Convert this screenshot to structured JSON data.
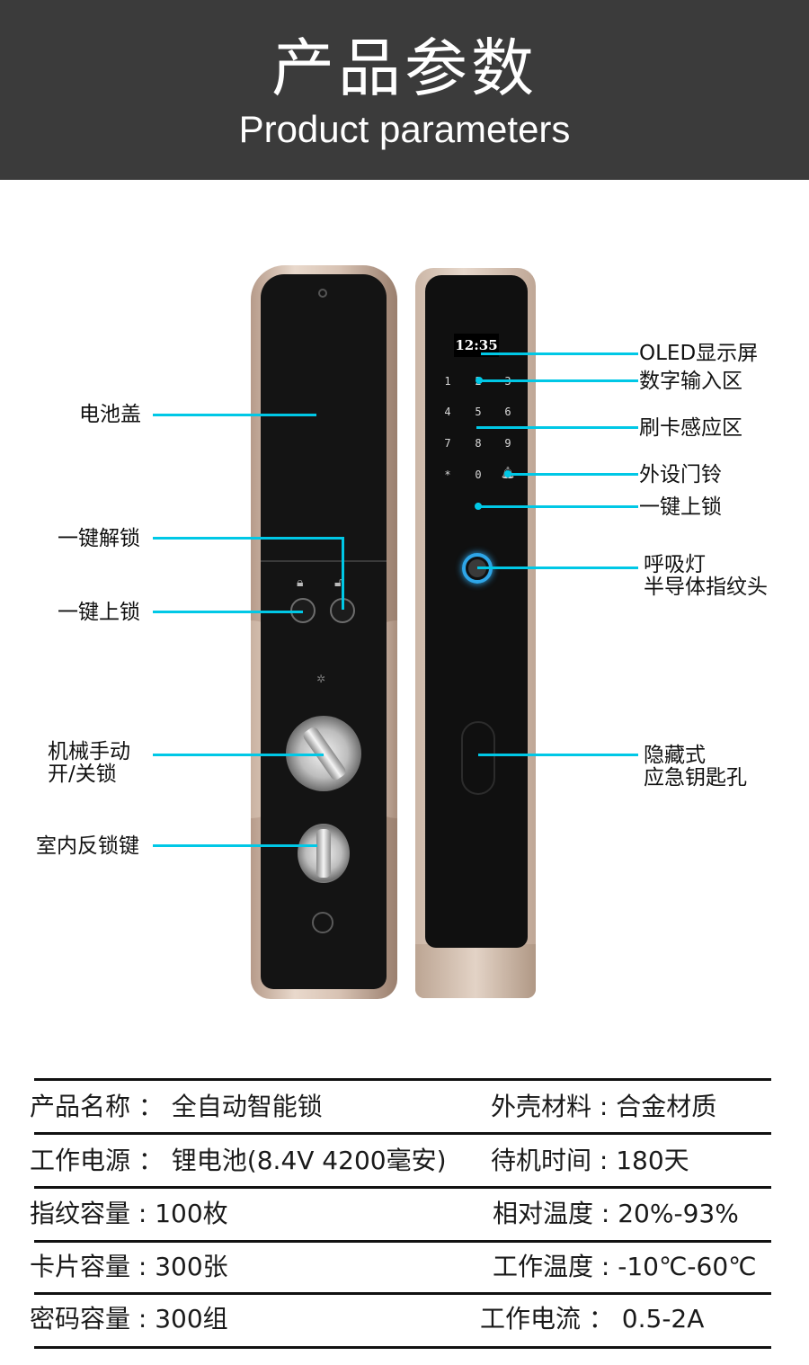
{
  "header": {
    "title_cn": "产品参数",
    "title_en": "Product parameters"
  },
  "lock": {
    "oled_time": "12:35",
    "keypad": [
      "1",
      "2",
      "3",
      "4",
      "5",
      "6",
      "7",
      "8",
      "9",
      "*",
      "0"
    ]
  },
  "callouts": {
    "left": {
      "battery_cover": "电池盖",
      "one_key_unlock": "一键解锁",
      "one_key_lock": "一键上锁",
      "mechanical_line1": "机械手动",
      "mechanical_line2": "开/关锁",
      "indoor_antilock": "室内反锁键"
    },
    "right": {
      "oled_display": "OLED显示屏",
      "digit_input": "数字输入区",
      "card_sensor": "刷卡感应区",
      "doorbell": "外设门铃",
      "one_key_lock": "一键上锁",
      "breathing_light": "呼吸灯",
      "fingerprint_head": "半导体指纹头",
      "hidden_line1": "隐藏式",
      "hidden_line2": "应急钥匙孔"
    }
  },
  "specs": [
    {
      "left": "产品名称 ： 全自动智能锁",
      "right": "外壳材料 : 合金材质"
    },
    {
      "left": "工作电源 ： 锂电池(8.4V 4200毫安)",
      "right": "待机时间 : 180天"
    },
    {
      "left": "指纹容量 : 100枚",
      "right": "相对温度 : 20%-93%"
    },
    {
      "left": "卡片容量 : 300张",
      "right": "工作温度 : -10℃-60℃"
    },
    {
      "left": "密码容量 : 300组",
      "right": "工作电流 ： 0.5-2A"
    }
  ]
}
